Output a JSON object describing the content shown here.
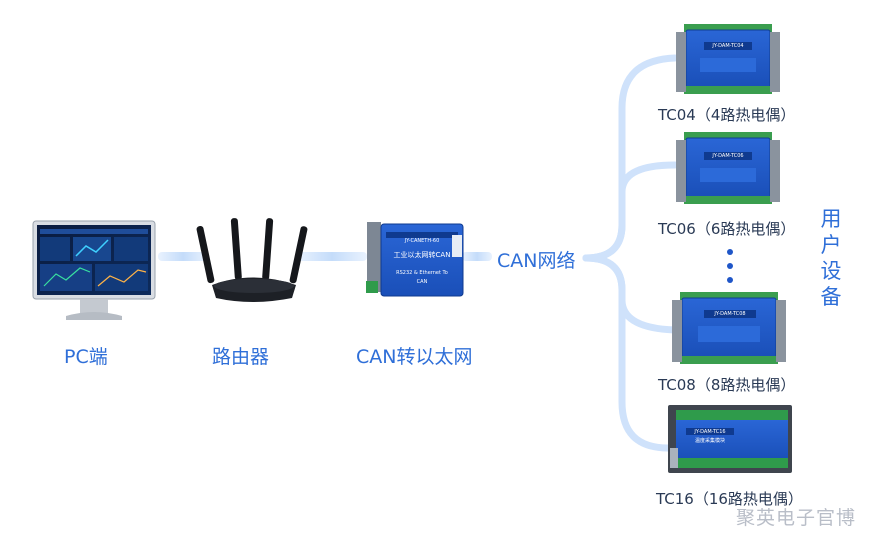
{
  "nodes": {
    "pc": "PC端",
    "router": "路由器",
    "converter": "CAN转以太网",
    "can_network": "CAN网络"
  },
  "converter_device": {
    "model": "JY-CANETH-60",
    "name": "工业以太网转CAN",
    "line1": "RS232 & Ethernet To",
    "line2": "CAN"
  },
  "devices": [
    {
      "label": "TC04（4路热电偶）",
      "model": "JY-DAM-TC04"
    },
    {
      "label": "TC06（6路热电偶）",
      "model": "JY-DAM-TC06"
    },
    {
      "label": "TC08（8路热电偶）",
      "model": "JY-DAM-TC08"
    },
    {
      "label": "TC16（16路热电偶）",
      "model": "JY-DAM-TC16",
      "sub": "温度采集模块"
    }
  ],
  "user_devices": "用户设备",
  "watermark": "聚英电子官博",
  "colors": {
    "label_blue": "#2f6fd8",
    "link_blue": "#cfe2fb",
    "device_blue": "#1f56c8"
  },
  "icons": {
    "pc": "monitor-icon",
    "router": "router-icon",
    "converter": "converter-module-icon",
    "device": "io-module-icon"
  }
}
